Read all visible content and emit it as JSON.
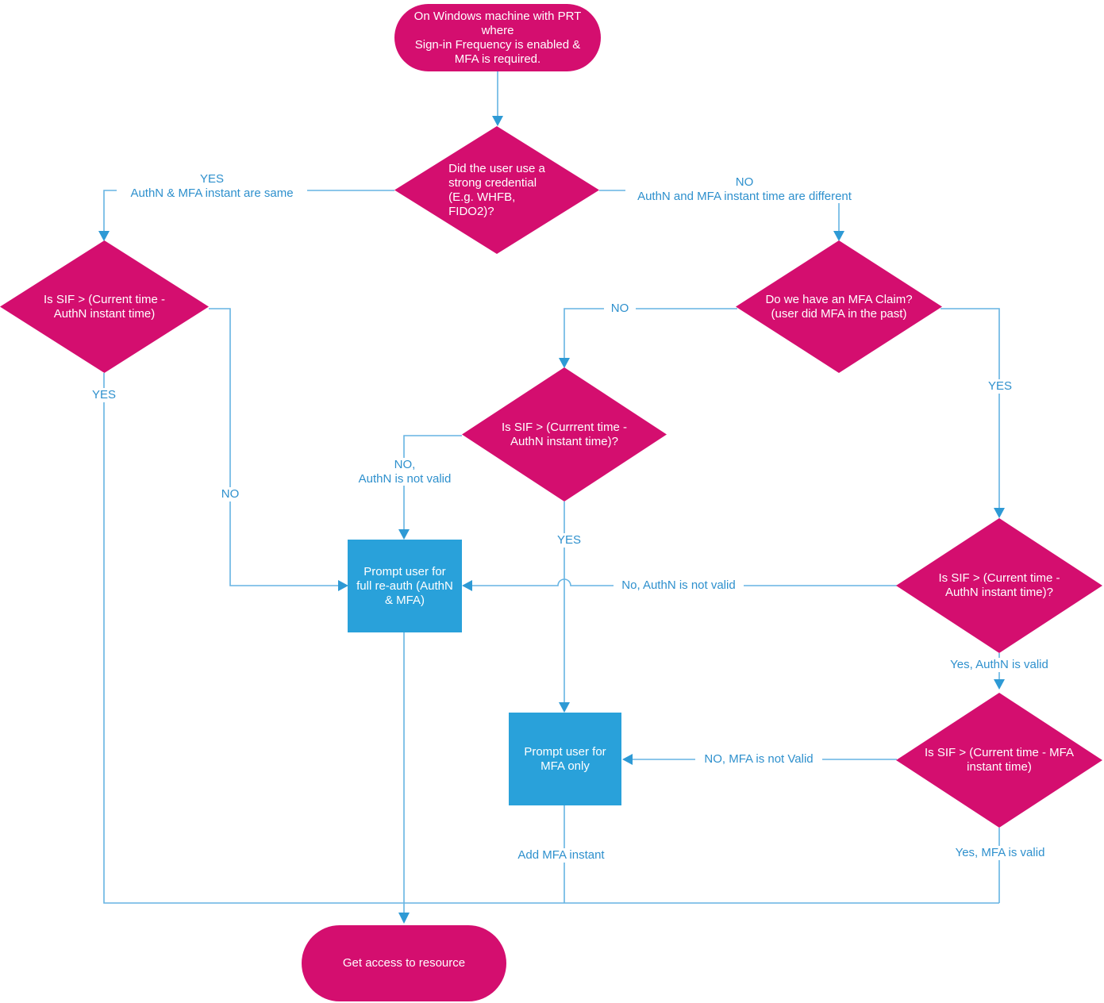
{
  "colors": {
    "node_pink": "#d40e6f",
    "node_blue": "#29a1da",
    "line": "#66b4e3",
    "arrow": "#2e9ad5",
    "label": "#2e90cd",
    "node_text": "#ffffff"
  },
  "nodes": {
    "start": "On Windows machine with PRT\nwhere\nSign-in Frequency is enabled &\nMFA is required.",
    "strong_credential": "Did the user use a\nstrong credential\n(E.g. WHFB,\nFIDO2)?",
    "sif_authn_left": "Is SIF > (Current time -\nAuthN instant time)",
    "mfa_claim": "Do we have an MFA Claim?\n(user did MFA in the past)",
    "sif_authn_mid": "Is SIF > (Currrent time -\nAuthN instant time)?",
    "sif_authn_right": "Is SIF > (Current time -\nAuthN instant time)?",
    "sif_mfa": "Is SIF > (Current time - MFA\ninstant time)",
    "full_reauth": "Prompt user for\nfull re-auth (AuthN\n& MFA)",
    "mfa_only": "Prompt user for\nMFA only",
    "end": "Get access to resource"
  },
  "edge_labels": {
    "credential_yes": "YES\nAuthN & MFA instant are same",
    "credential_no": "NO\nAuthN and MFA instant time are different",
    "left_yes": "YES",
    "left_no": "NO",
    "claim_no": "NO",
    "claim_yes": "YES",
    "mid_no": "NO,\nAuthN is not valid",
    "mid_yes": "YES",
    "right_no": "No, AuthN is not valid",
    "right_yes": "Yes, AuthN is valid",
    "mfa_no": "NO, MFA is not Valid",
    "mfa_yes": "Yes, MFA is valid",
    "add_mfa": "Add MFA instant"
  }
}
